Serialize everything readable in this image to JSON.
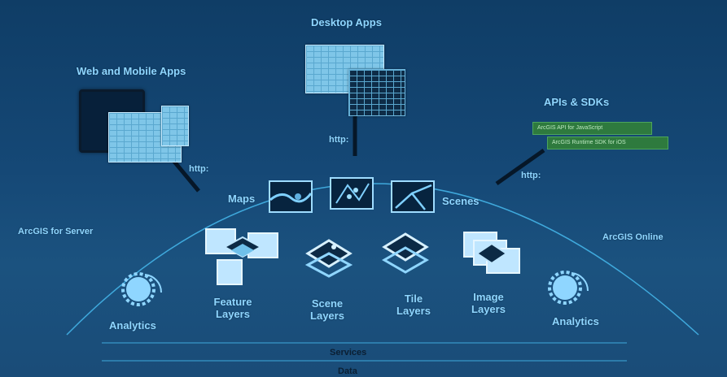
{
  "top": {
    "desktop_apps": "Desktop Apps",
    "web_mobile_apps": "Web and Mobile Apps",
    "apis_sdks": "APIs & SDKs",
    "api_items": [
      "ArcGIS API for JavaScript",
      "ArcGIS Runtime SDK for iOS"
    ],
    "http_left": "http:",
    "http_center": "http:",
    "http_right": "http:"
  },
  "sides": {
    "server": "ArcGIS  for Server",
    "online": "ArcGIS Online"
  },
  "row1": {
    "maps": "Maps",
    "scenes": "Scenes"
  },
  "layers": {
    "feature": [
      "Feature",
      "Layers"
    ],
    "scene": [
      "Scene",
      "Layers"
    ],
    "tile": [
      "Tile",
      "Layers"
    ],
    "image": [
      "Image",
      "Layers"
    ]
  },
  "analytics_left": "Analytics",
  "analytics_right": "Analytics",
  "bottom": {
    "services": "Services",
    "data": "Data"
  },
  "colors": {
    "label": "#8fd6ff",
    "arc": "#3fa9dc",
    "connector": "#061728"
  }
}
